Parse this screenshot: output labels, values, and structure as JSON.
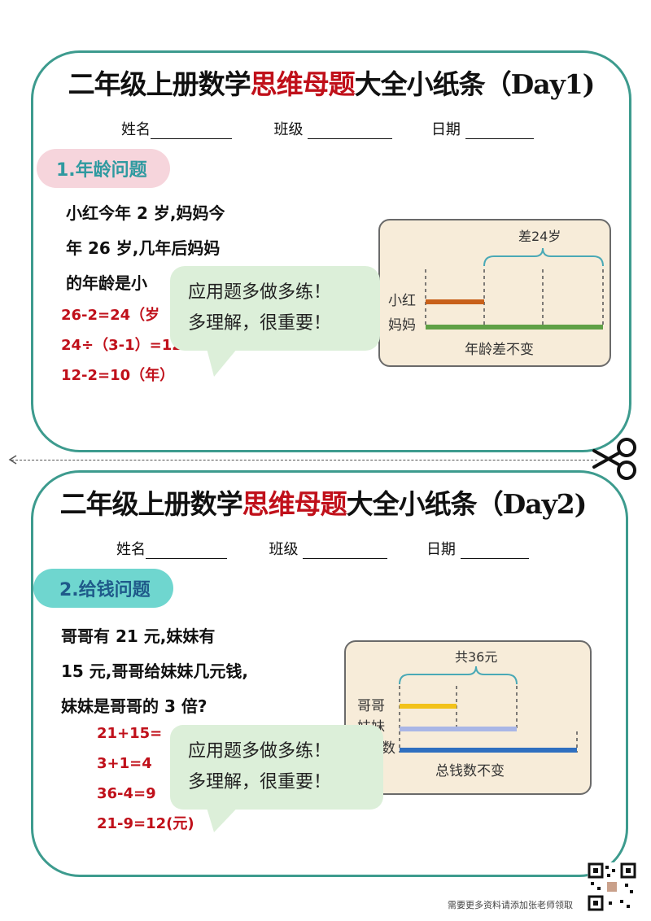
{
  "day1": {
    "title_a": "二年级上册数学",
    "title_b": "思维母题",
    "title_c": "大全小纸条（Day1)",
    "fields": {
      "name": "姓名",
      "class": "班级",
      "date": "日期"
    },
    "section": "1.年龄问题",
    "question": [
      "小红今年 2 岁,妈妈今",
      "年 26 岁,几年后妈妈",
      "的年龄是小"
    ],
    "answers": [
      "26-2=24（岁",
      "24÷（3-1）=12",
      "12-2=10（年）"
    ],
    "diagram": {
      "top_label": "差24岁",
      "row1": "小红",
      "row2": "妈妈",
      "bottom_label": "年龄差不变"
    },
    "bubble": [
      "应用题多做多练！",
      "多理解，很重要！"
    ]
  },
  "day2": {
    "title_a": "二年级上册数学",
    "title_b": "思维母题",
    "title_c": "大全小纸条（Day2)",
    "fields": {
      "name": "姓名",
      "class": "班级",
      "date": "日期"
    },
    "section": "2.给钱问题",
    "question": [
      "哥哥有 21 元,妹妹有",
      "15 元,哥哥给妹妹几元钱,",
      "妹妹是哥哥的 3 倍?"
    ],
    "answers": [
      "21+15=",
      "3+1=4",
      "36-4=9",
      "21-9=12(元)"
    ],
    "diagram": {
      "top_label": "共36元",
      "row1": "哥哥",
      "row2": "妹妹",
      "row3": "数",
      "bottom_label": "总钱数不变"
    },
    "bubble": [
      "应用题多做多练！",
      "多理解，很重要！"
    ]
  },
  "footer": "需要更多资料请添加张老师领取",
  "colors": {
    "border": "#3d9b8e",
    "title_red": "#c0101a",
    "pill1": "#f6d5dc",
    "pill2": "#6fd6cf",
    "bubble": "#dcefd9"
  }
}
